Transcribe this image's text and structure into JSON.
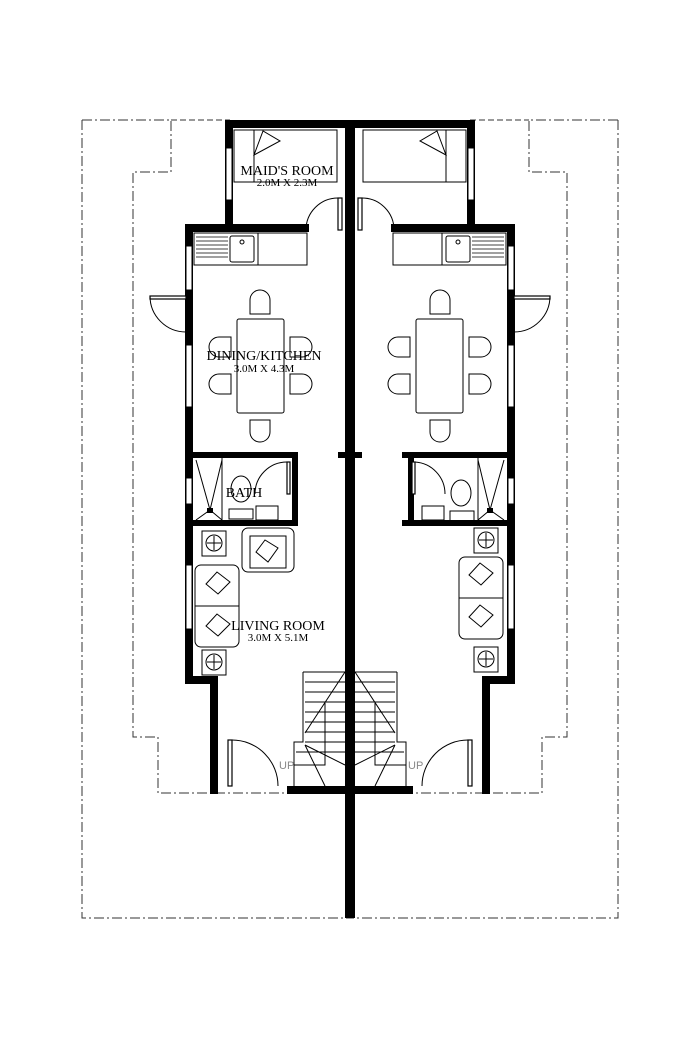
{
  "plan": {
    "type": "duplex floor plan (mirrored units)",
    "colors": {
      "walls": "#000000",
      "lines": "#000000",
      "property_line": "#333333",
      "stair_text": "#888888",
      "background": "#ffffff"
    },
    "rooms": {
      "maids_room": {
        "name": "MAID'S ROOM",
        "size": "2.0M X 2.3M"
      },
      "dining_kitchen": {
        "name": "DINING/KITCHEN",
        "size": "3.0M X 4.3M"
      },
      "bath": {
        "name": "BATH"
      },
      "living_room": {
        "name": "LIVING ROOM",
        "size": "3.0M X 5.1M"
      }
    },
    "stairs": {
      "left_label": "UP",
      "right_label": "UP"
    }
  }
}
